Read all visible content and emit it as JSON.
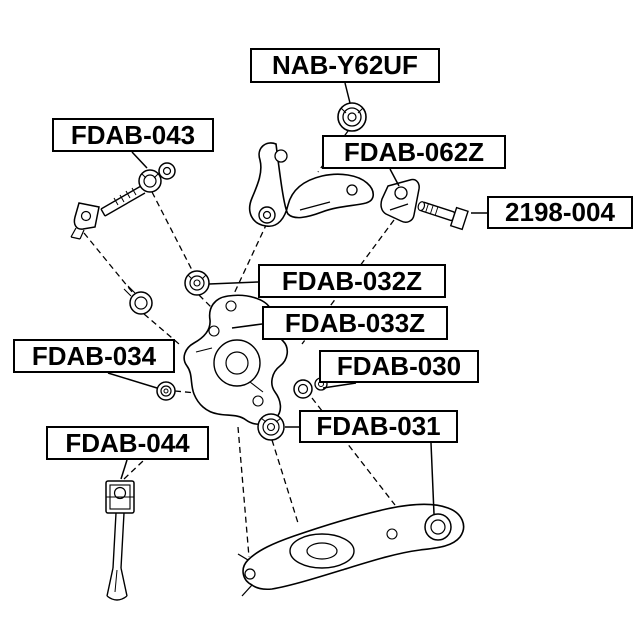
{
  "diagram": {
    "type": "exploded-parts-diagram",
    "subject": "rear suspension arm and bushing assembly",
    "colors": {
      "background": "#ffffff",
      "line": "#000000",
      "label_border": "#000000",
      "label_text": "#000000"
    },
    "labels": [
      {
        "id": "nab-y62uf",
        "text": "NAB-Y62UF"
      },
      {
        "id": "fdab-043",
        "text": "FDAB-043"
      },
      {
        "id": "fdab-062z",
        "text": "FDAB-062Z"
      },
      {
        "id": "2198-004",
        "text": "2198-004"
      },
      {
        "id": "fdab-032z",
        "text": "FDAB-032Z"
      },
      {
        "id": "fdab-033z",
        "text": "FDAB-033Z"
      },
      {
        "id": "fdab-034",
        "text": "FDAB-034"
      },
      {
        "id": "fdab-030",
        "text": "FDAB-030"
      },
      {
        "id": "fdab-044",
        "text": "FDAB-044"
      },
      {
        "id": "fdab-031",
        "text": "FDAB-031"
      }
    ]
  }
}
